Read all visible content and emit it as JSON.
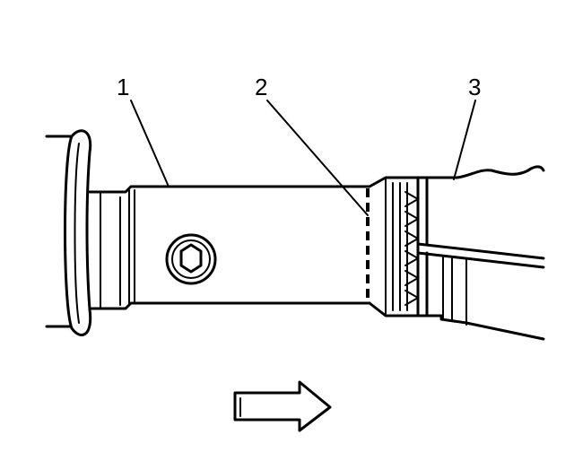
{
  "callouts": [
    {
      "label": "1"
    },
    {
      "label": "2"
    },
    {
      "label": "3"
    }
  ],
  "colors": {
    "ink": "#000000",
    "background": "#ffffff"
  },
  "icons": {
    "direction_arrow": "arrow-right-icon",
    "bolt": "bolt-head-icon"
  }
}
